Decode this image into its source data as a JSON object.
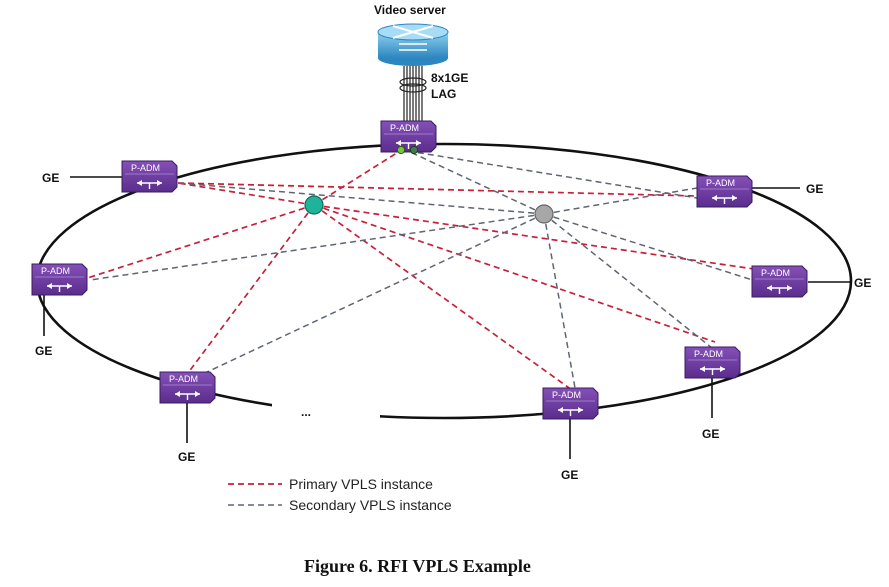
{
  "header": {
    "server_label": "Video server",
    "lag_label_line1": "8x1GE",
    "lag_label_line2": "LAG"
  },
  "nodes": {
    "top": "P-ADM",
    "upper_left": "P-ADM",
    "upper_right": "P-ADM",
    "mid_left": "P-ADM",
    "mid_right": "P-ADM",
    "lower_left": "P-ADM",
    "lower_center": "P-ADM",
    "lower_right": "P-ADM"
  },
  "ge_labels": {
    "upper_left": "GE",
    "upper_right": "GE",
    "mid_left": "GE",
    "mid_right": "GE",
    "lower_left": "GE",
    "lower_center": "GE",
    "lower_right": "GE"
  },
  "ellipsis": "...",
  "legend": {
    "primary": "Primary VPLS instance",
    "secondary": "Secondary VPLS instance"
  },
  "colors": {
    "primary": "#c8203a",
    "secondary": "#5f6672",
    "node": "#6f3aa0",
    "router": "#3d9fd2",
    "ring": "#111111"
  },
  "caption": "Figure 6. RFI VPLS Example"
}
